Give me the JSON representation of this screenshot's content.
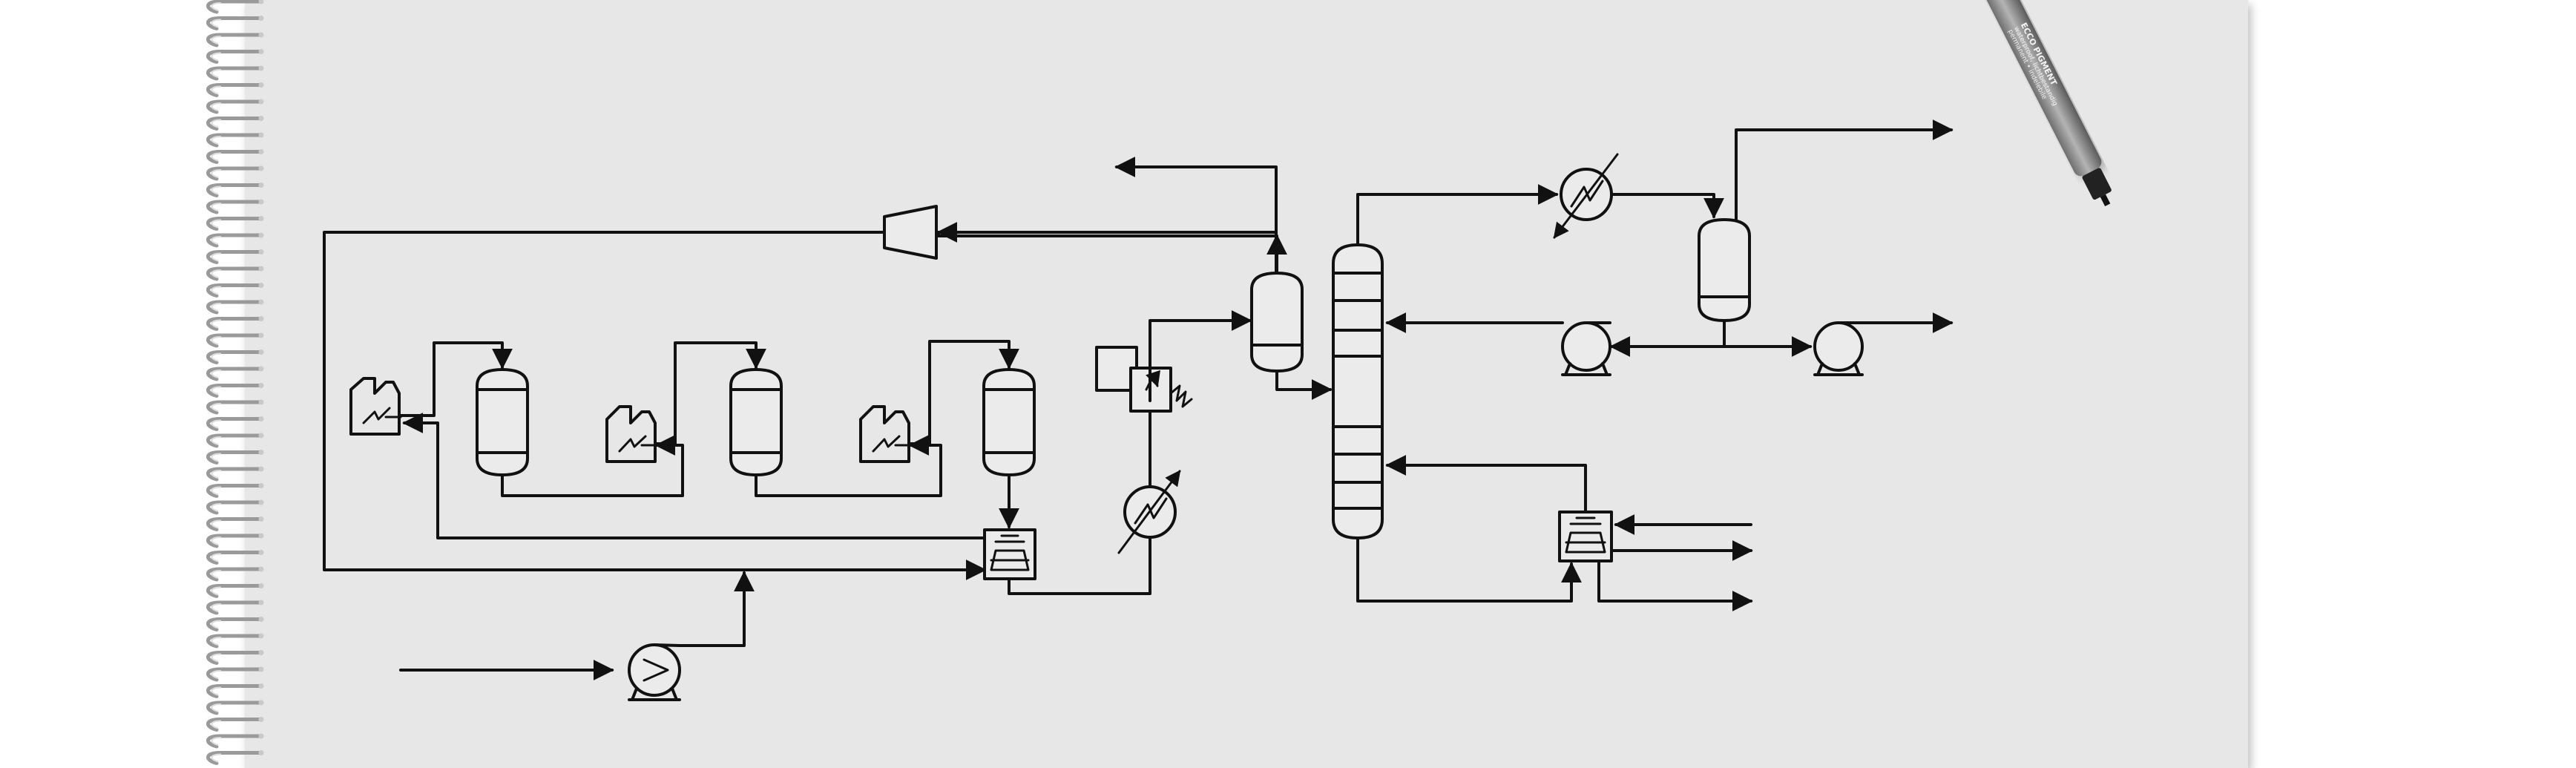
{
  "paper_color": "#ebebeb",
  "ink_color": "#111111",
  "pen": {
    "brand": "ECCO PIGMENT",
    "text_line_1": "waterproof, lichtbestandig",
    "text_line_2": "permanent • indelebile",
    "body_color": "#8e8e8e"
  },
  "diagram": {
    "title": "",
    "equipment": [
      {
        "name": "compressor",
        "icon": "trapezoid-compressor"
      },
      {
        "name": "heater-1",
        "icon": "furnace"
      },
      {
        "name": "heater-2",
        "icon": "furnace"
      },
      {
        "name": "heater-3",
        "icon": "furnace"
      },
      {
        "name": "reactor-1",
        "icon": "vessel"
      },
      {
        "name": "reactor-2",
        "icon": "vessel"
      },
      {
        "name": "reactor-3",
        "icon": "vessel"
      },
      {
        "name": "feed-effluent-exchanger",
        "icon": "plate-exchanger"
      },
      {
        "name": "feed-pump",
        "icon": "pump"
      },
      {
        "name": "cooler",
        "icon": "heat-exchanger-circle"
      },
      {
        "name": "separator-drum",
        "icon": "vessel"
      },
      {
        "name": "stabilizer-column",
        "icon": "distillation-column"
      },
      {
        "name": "overhead-condenser",
        "icon": "heat-exchanger-circle"
      },
      {
        "name": "reflux-drum",
        "icon": "vessel"
      },
      {
        "name": "reflux-pump",
        "icon": "pump"
      },
      {
        "name": "product-pump",
        "icon": "pump"
      },
      {
        "name": "reboiler",
        "icon": "plate-exchanger"
      },
      {
        "name": "trim-heater",
        "icon": "heater-box"
      }
    ]
  }
}
